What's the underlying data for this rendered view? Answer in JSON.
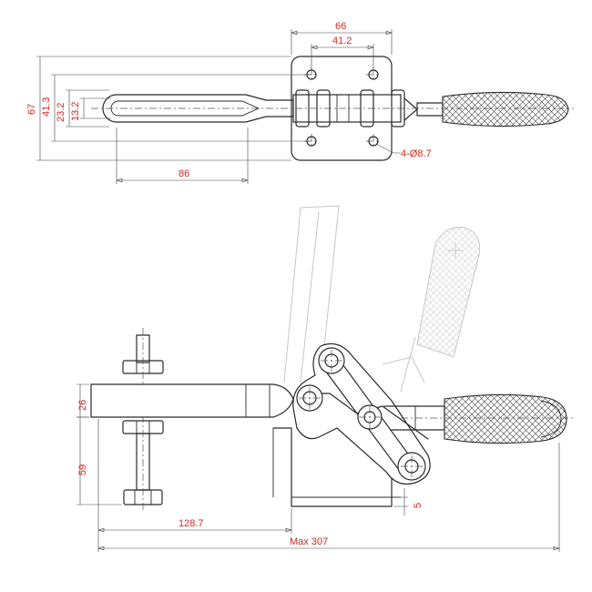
{
  "dimensions": {
    "top_view": {
      "base_width": "66",
      "hole_spacing_x": "41.2",
      "overall_height": "67",
      "hole_spacing_y": "41.3",
      "handle_width": "23.2",
      "handle_inner": "13.2",
      "handle_length": "86",
      "mounting_holes": "4-Ø8.7"
    },
    "side_view": {
      "arm_height": "26",
      "spindle_height": "59",
      "spindle_reach": "128.7",
      "base_thickness": "5",
      "max_length": "Max 307"
    }
  },
  "colors": {
    "dimension_text": "#d42a1e",
    "outline": "#2b2b2b",
    "phantom_position": "#c7c7c7"
  }
}
